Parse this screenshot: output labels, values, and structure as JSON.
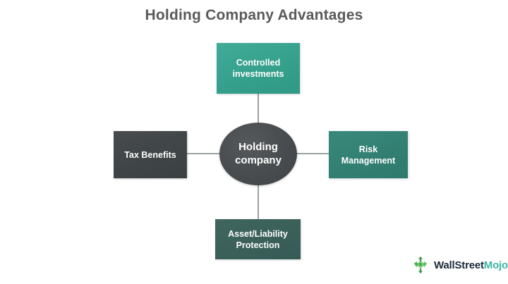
{
  "diagram": {
    "title": "Holding Company Advantages",
    "hub": {
      "label": "Holding company",
      "line1": "Holding",
      "line2": "company",
      "shape": "ellipse",
      "color": "#474b4d"
    },
    "nodes": [
      {
        "id": "controlled-investments",
        "label": "Controlled investments",
        "line1": "Controlled",
        "line2": "investments",
        "position": "top",
        "color": "#35a08c"
      },
      {
        "id": "risk-management",
        "label": "Risk Management",
        "line1": "Risk",
        "line2": "Management",
        "position": "right",
        "color": "#327f72"
      },
      {
        "id": "asset-liability-protection",
        "label": "Asset/Liability Protection",
        "line1": "Asset/Liability",
        "line2": "Protection",
        "position": "bottom",
        "color": "#3a5f59"
      },
      {
        "id": "tax-benefits",
        "label": "Tax Benefits",
        "line1": "Tax Benefits",
        "line2": "",
        "position": "left",
        "color": "#3f4446"
      }
    ],
    "connector_color": "#9aa3a3"
  },
  "logo": {
    "icon_name": "wallstreetmojo-arrows-icon",
    "text_primary": "WallStreet",
    "text_secondary": "Mojo",
    "color_primary": "#1b2a3a",
    "color_secondary": "#3ab6a6",
    "icon_color": "#4caf50"
  },
  "canvas": {
    "background": "#ffffff"
  }
}
